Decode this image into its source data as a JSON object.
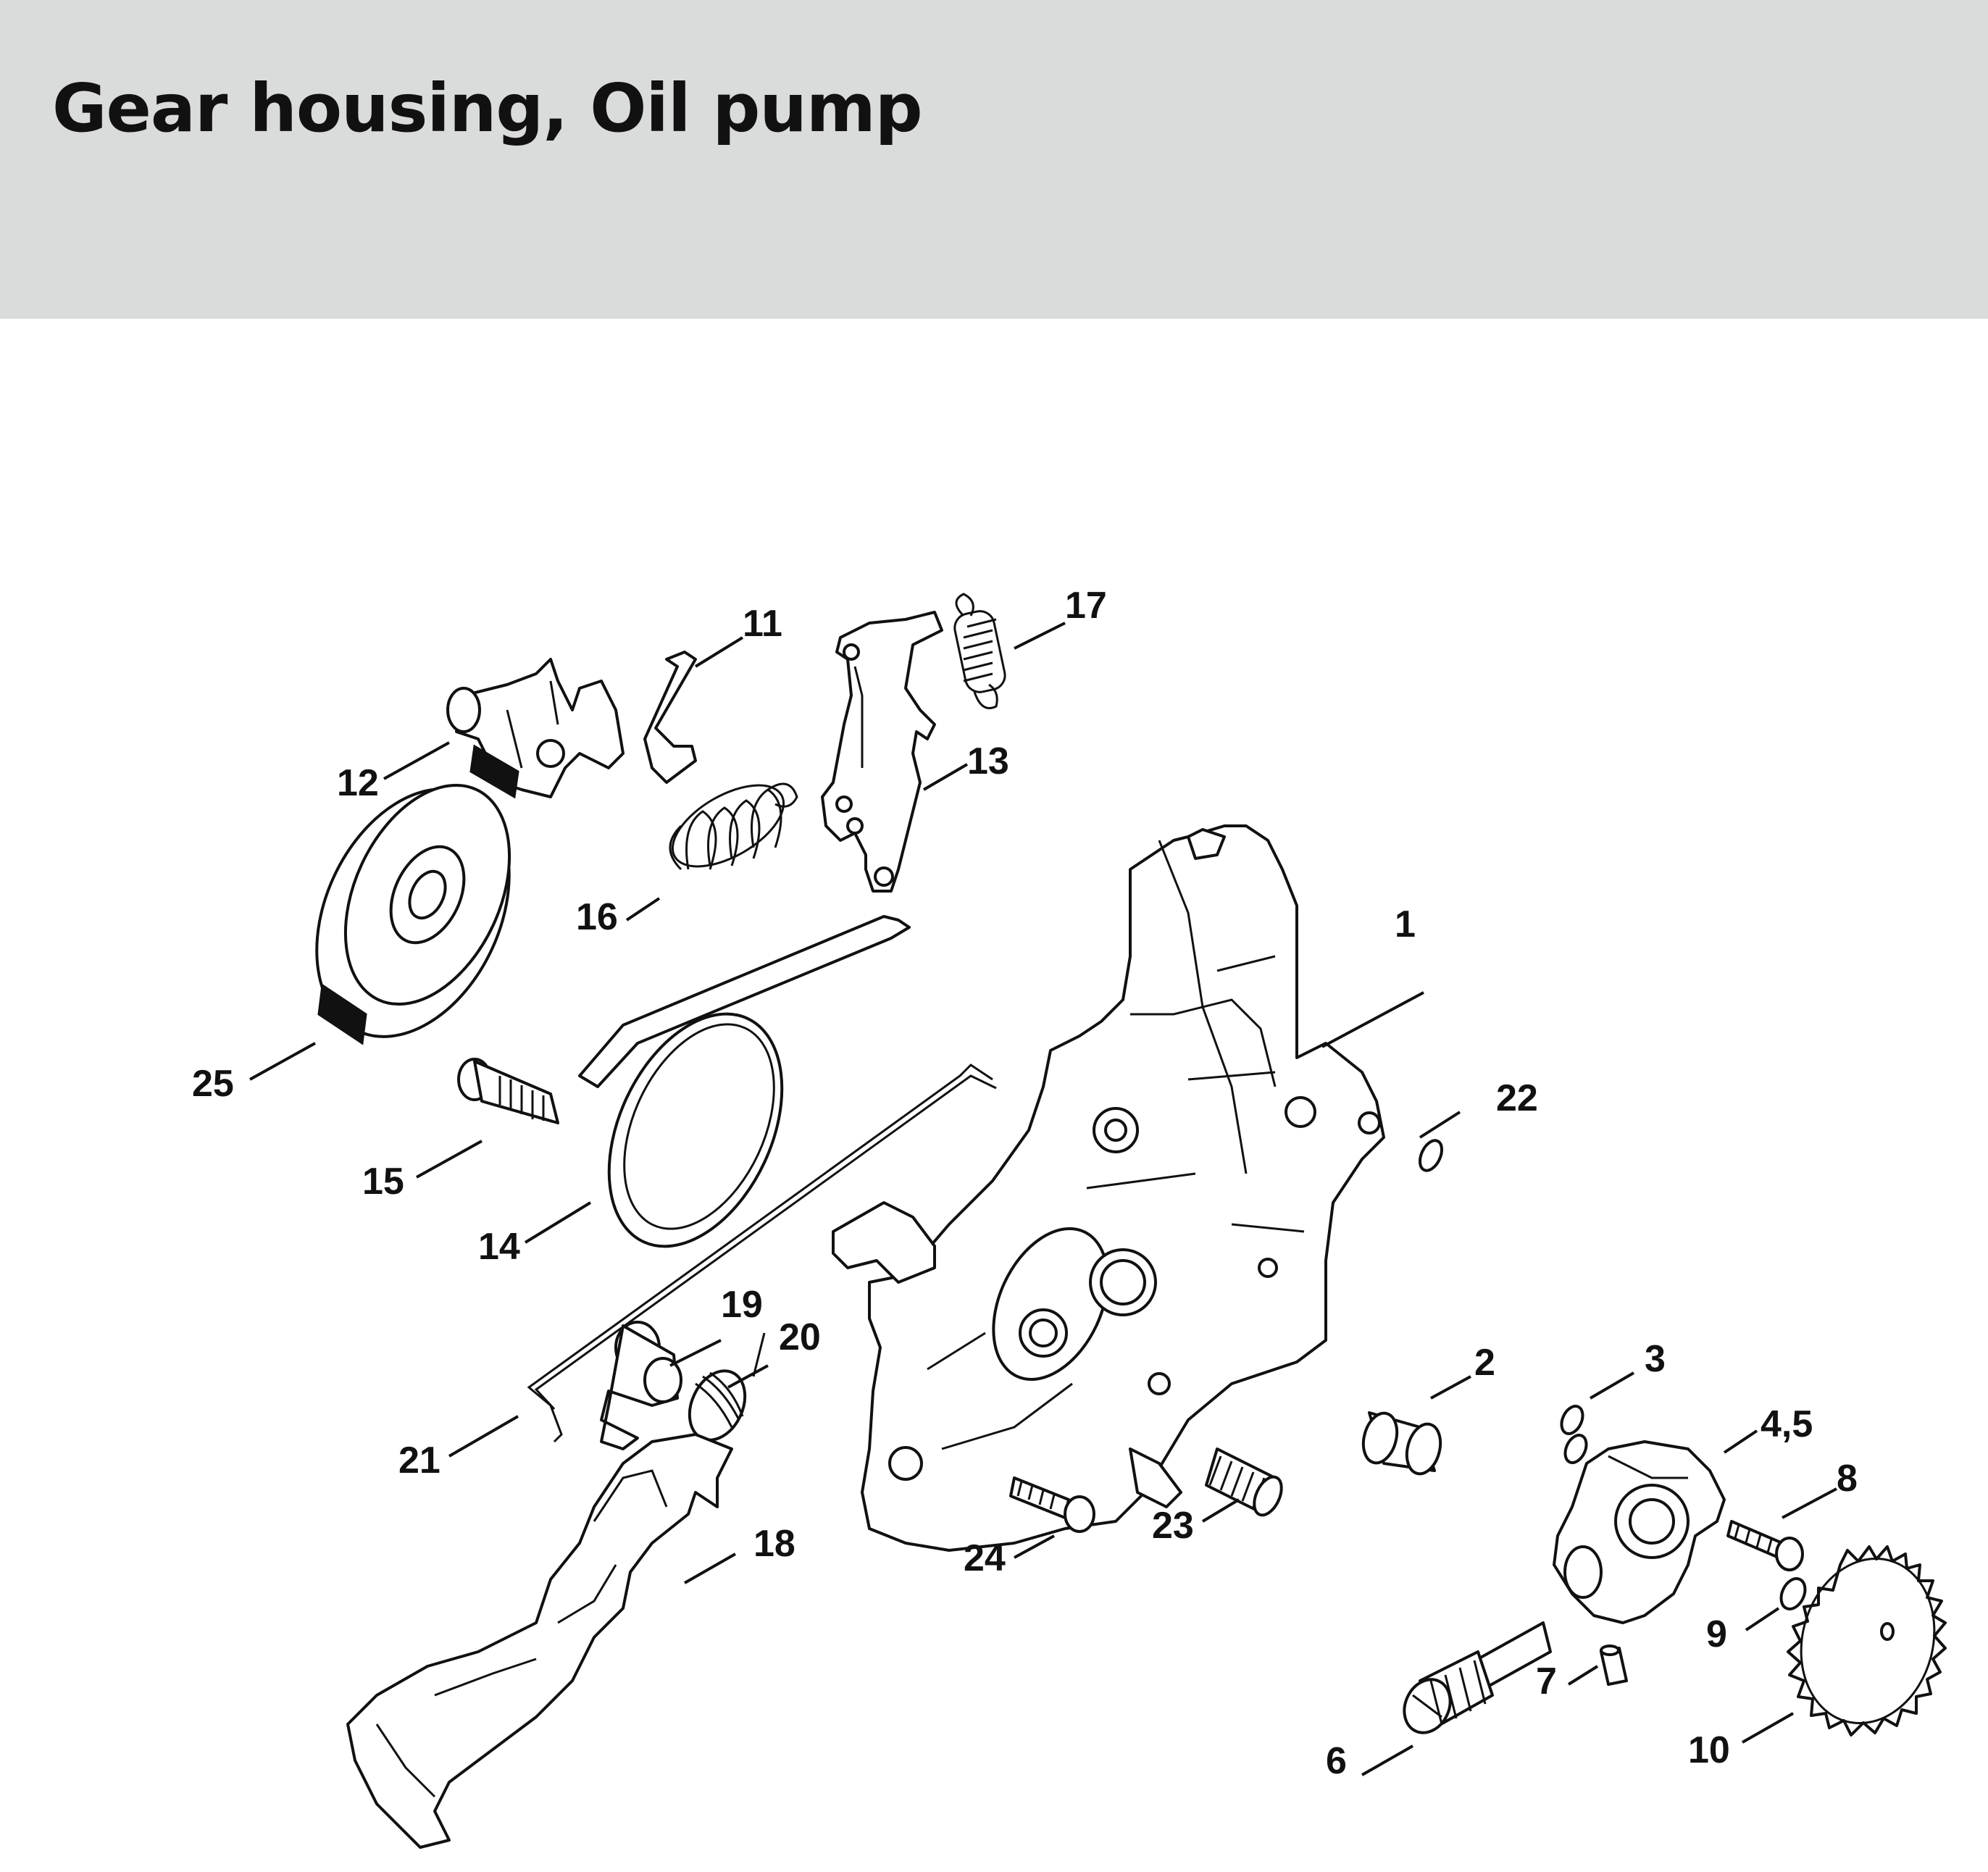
{
  "header": {
    "title": "Gear housing, Oil pump",
    "background_color": "#dadcdb"
  },
  "diagram": {
    "callouts": [
      {
        "id": "1",
        "label": "1"
      },
      {
        "id": "2",
        "label": "2"
      },
      {
        "id": "3",
        "label": "3"
      },
      {
        "id": "4-5",
        "label": "4,5"
      },
      {
        "id": "6",
        "label": "6"
      },
      {
        "id": "7",
        "label": "7"
      },
      {
        "id": "8",
        "label": "8"
      },
      {
        "id": "9",
        "label": "9"
      },
      {
        "id": "10",
        "label": "10"
      },
      {
        "id": "11",
        "label": "11"
      },
      {
        "id": "12",
        "label": "12"
      },
      {
        "id": "13",
        "label": "13"
      },
      {
        "id": "14",
        "label": "14"
      },
      {
        "id": "15",
        "label": "15"
      },
      {
        "id": "16",
        "label": "16"
      },
      {
        "id": "17",
        "label": "17"
      },
      {
        "id": "18",
        "label": "18"
      },
      {
        "id": "19",
        "label": "19"
      },
      {
        "id": "20",
        "label": "20"
      },
      {
        "id": "21",
        "label": "21"
      },
      {
        "id": "22",
        "label": "22"
      },
      {
        "id": "23",
        "label": "23"
      },
      {
        "id": "24",
        "label": "24"
      },
      {
        "id": "25",
        "label": "25"
      }
    ]
  }
}
